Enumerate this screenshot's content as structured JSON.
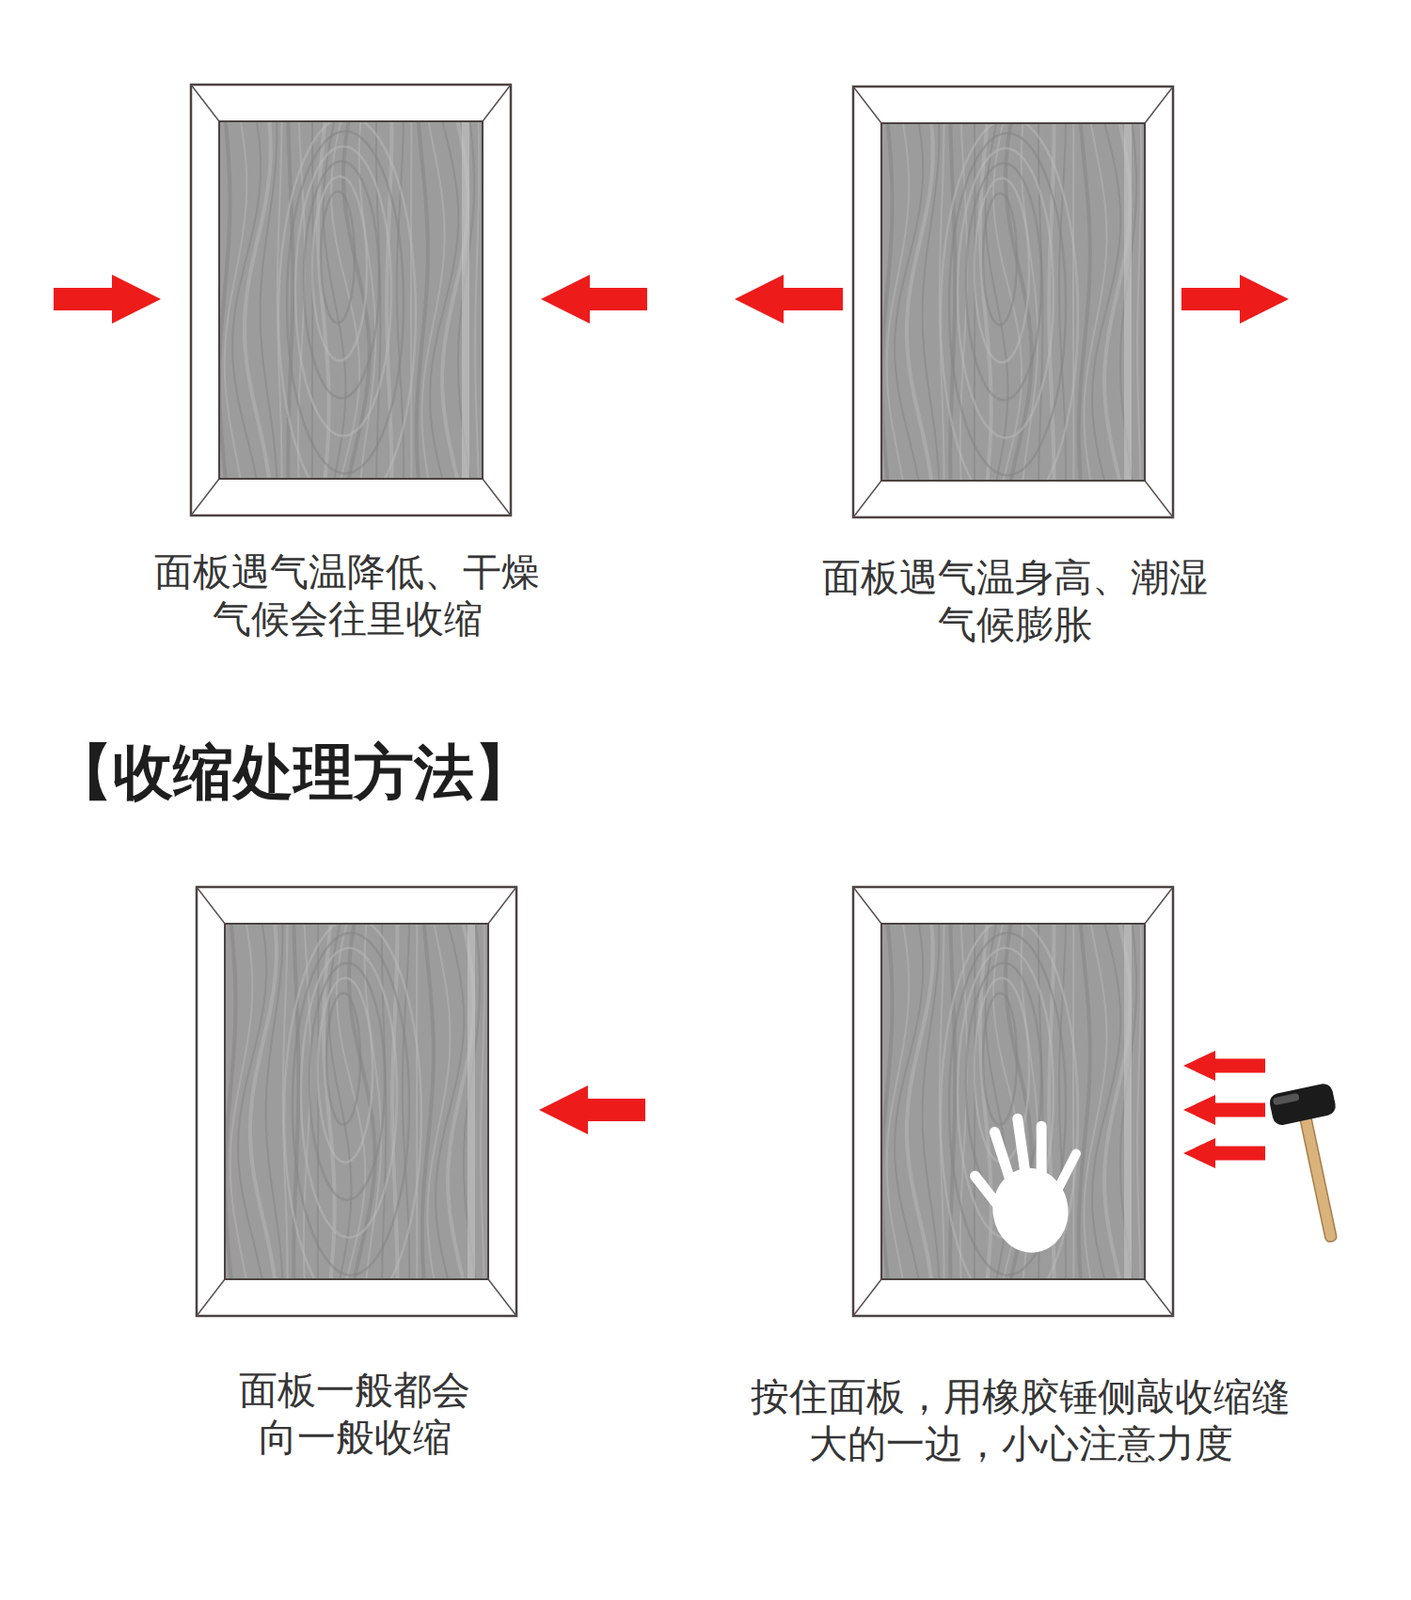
{
  "diagram": {
    "title": "【收缩处理方法】",
    "labels": [
      "面板遇气温降低、干燥 气候会往里收缩",
      "面板遇气温身高、潮湿 气候膨胀",
      "面板一般都会 向一般收缩",
      "按住面板，用橡胶锤侧敲收缩缝 大的一边，小心注意力度"
    ]
  }
}
